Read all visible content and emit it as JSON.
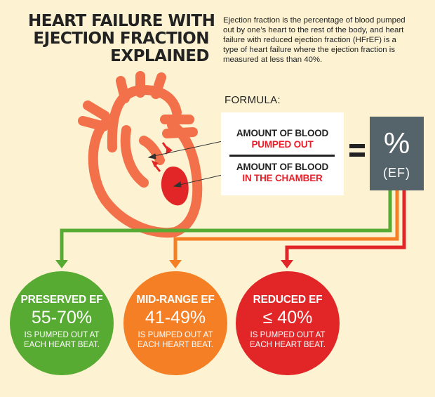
{
  "title": {
    "line1": "HEART FAILURE WITH",
    "line2": "EJECTION FRACTION",
    "line3": "EXPLAINED"
  },
  "intro": {
    "line1": "Ejection fraction is the percentage of blood pumped",
    "line2": "out by one’s heart to the rest of the body, and heart",
    "line3": "failure with reduced ejection fraction (HFrEF) is a",
    "line4": "type of heart failure where the ejection fraction is",
    "line5": "measured at less than 40%."
  },
  "formula": {
    "label": "FORMULA:",
    "numerator_line1": "AMOUNT OF BLOOD",
    "numerator_line2": "PUMPED OUT",
    "denominator_line1": "AMOUNT OF BLOOD",
    "denominator_line2": "IN THE CHAMBER",
    "result_symbol": "%",
    "result_abbr": "(EF)"
  },
  "categories": [
    {
      "name": "PRESERVED EF",
      "value": "55-70%",
      "note_line1": "IS PUMPED OUT AT",
      "note_line2": "EACH HEART BEAT.",
      "color": "#58ab32"
    },
    {
      "name": "MID-RANGE EF",
      "value": "41-49%",
      "note_line1": "IS PUMPED OUT AT",
      "note_line2": "EACH HEART BEAT.",
      "color": "#f47f25"
    },
    {
      "name": "REDUCED EF",
      "value": "≤ 40%",
      "note_line1": "IS PUMPED OUT AT",
      "note_line2": "EACH HEART BEAT.",
      "color": "#e22627"
    }
  ],
  "colors": {
    "background": "#fdf3d3",
    "heart": "#f2714a",
    "chamber": "#e22627",
    "ef_box": "#55646b"
  }
}
